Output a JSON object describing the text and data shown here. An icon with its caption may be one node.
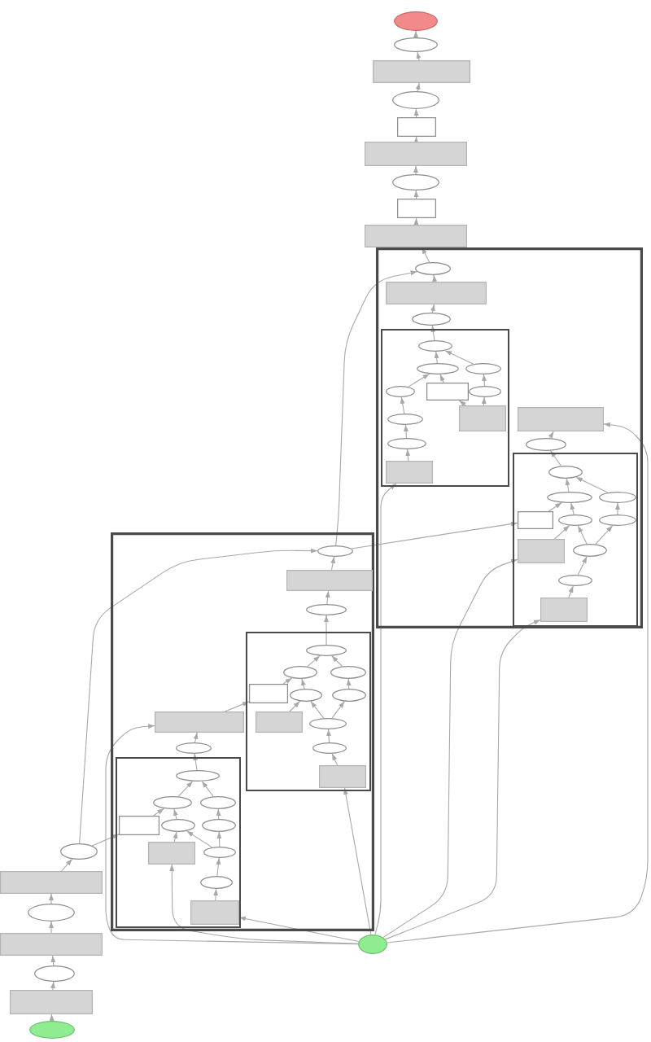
{
  "diagram": {
    "nodes": [
      {
        "text": [],
        "shape": "ellipse"
      },
      {
        "text": [],
        "shape": "ellipse"
      },
      {
        "text": [],
        "shape": "box"
      },
      {
        "text": [],
        "shape": "ellipse"
      },
      {
        "text": [],
        "shape": "box"
      },
      {
        "text": [],
        "shape": "box"
      },
      {
        "text": [],
        "shape": "ellipse"
      },
      {
        "text": [],
        "shape": "box"
      },
      {
        "text": [],
        "shape": "box"
      },
      {
        "text": [],
        "shape": "box"
      },
      {
        "text": [],
        "shape": "ellipse",
        "in": 9
      },
      {
        "text": [],
        "shape": "box",
        "in": 9
      },
      {
        "text": [],
        "shape": "ellipse",
        "in": 9
      },
      {
        "text": [],
        "shape": "box",
        "in": 9
      },
      {
        "text": [],
        "shape": "ellipse",
        "in": 13
      },
      {
        "text": [],
        "shape": "ellipse",
        "in": 13
      },
      {
        "text": [],
        "shape": "ellipse",
        "in": 13
      },
      {
        "text": [],
        "shape": "ellipse",
        "in": 13
      },
      {
        "text": [],
        "shape": "box",
        "in": 13
      },
      {
        "text": [],
        "shape": "ellipse",
        "in": 13
      },
      {
        "text": [],
        "shape": "box",
        "in": 13
      },
      {
        "text": [],
        "shape": "ellipse",
        "in": 13
      },
      {
        "text": [],
        "shape": "ellipse",
        "in": 13
      },
      {
        "text": [],
        "shape": "box",
        "in": 13
      },
      {
        "text": [],
        "shape": "box",
        "in": 9
      },
      {
        "text": [],
        "shape": "ellipse",
        "in": 9
      },
      {
        "text": [],
        "shape": "box",
        "in": 9
      },
      {
        "text": [],
        "shape": "ellipse",
        "in": 26
      },
      {
        "text": [],
        "shape": "ellipse",
        "in": 26
      },
      {
        "text": [],
        "shape": "ellipse",
        "in": 26
      },
      {
        "text": [],
        "shape": "box",
        "in": 26
      },
      {
        "text": [],
        "shape": "ellipse",
        "in": 26
      },
      {
        "text": [],
        "shape": "ellipse",
        "in": 26
      },
      {
        "text": [],
        "shape": "box",
        "in": 26
      },
      {
        "text": [],
        "shape": "ellipse",
        "in": 26
      },
      {
        "text": [],
        "shape": "ellipse",
        "in": 26
      },
      {
        "text": [],
        "shape": "box",
        "in": 26
      },
      {
        "text": [],
        "shape": "box"
      },
      {
        "text": [],
        "shape": "ellipse",
        "in": 37
      },
      {
        "text": [],
        "shape": "box",
        "in": 37
      },
      {
        "text": [],
        "shape": "ellipse",
        "in": 37
      },
      {
        "text": [],
        "shape": "box",
        "in": 37
      },
      {
        "text": [],
        "shape": "ellipse",
        "in": 41
      },
      {
        "text": [],
        "shape": "ellipse",
        "in": 41
      },
      {
        "text": [],
        "shape": "ellipse",
        "in": 41
      },
      {
        "text": [],
        "shape": "box",
        "in": 41
      },
      {
        "text": [],
        "shape": "ellipse",
        "in": 41
      },
      {
        "text": [],
        "shape": "ellipse",
        "in": 41
      },
      {
        "text": [],
        "shape": "box",
        "in": 41
      },
      {
        "text": [],
        "shape": "ellipse",
        "in": 41
      },
      {
        "text": [],
        "shape": "ellipse",
        "in": 41
      },
      {
        "text": [],
        "shape": "box",
        "in": 41
      },
      {
        "text": [],
        "shape": "box",
        "in": 37
      },
      {
        "text": [],
        "shape": "ellipse",
        "in": 37
      },
      {
        "text": [],
        "shape": "box",
        "in": 37
      },
      {
        "text": [],
        "shape": "ellipse",
        "in": 54
      },
      {
        "text": [],
        "shape": "ellipse",
        "in": 54
      },
      {
        "text": [],
        "shape": "ellipse",
        "in": 54
      },
      {
        "text": [],
        "shape": "box",
        "in": 54
      },
      {
        "text": [],
        "shape": "ellipse",
        "in": 54
      },
      {
        "text": [],
        "shape": "ellipse",
        "in": 54
      },
      {
        "text": [],
        "shape": "box",
        "in": 54
      },
      {
        "text": [],
        "shape": "ellipse",
        "in": 54
      },
      {
        "text": [],
        "shape": "ellipse",
        "in": 54
      },
      {
        "text": [],
        "shape": "box",
        "in": 54
      },
      {
        "text": [],
        "shape": "ellipse"
      },
      {
        "text": [],
        "shape": "box"
      },
      {
        "text": [],
        "shape": "ellipse"
      },
      {
        "text": [],
        "shape": "box"
      },
      {
        "text": [],
        "shape": "ellipse"
      },
      {
        "text": [],
        "shape": "box"
      },
      {
        "text": [],
        "shape": "ellipse"
      },
      {
        "text": [],
        "shape": "ellipse"
      }
    ],
    "edges": [
      {
        "from": 1,
        "to": 0,
        "arrow": "to"
      },
      {
        "from": 2,
        "to": 1,
        "arrow": "to"
      },
      {
        "from": 3,
        "to": 2,
        "arrow": "to"
      },
      {
        "from": 4,
        "to": 3,
        "arrow": "to"
      },
      {
        "from": 5,
        "to": 4,
        "arrow": "to"
      },
      {
        "from": 6,
        "to": 5,
        "arrow": "to"
      },
      {
        "from": 7,
        "to": 6,
        "arrow": "to"
      },
      {
        "from": 8,
        "to": 7,
        "arrow": "to"
      },
      {
        "from": 10,
        "to": 8,
        "arrow": "to"
      },
      {
        "from": 11,
        "to": 10,
        "arrow": "to"
      },
      {
        "from": 12,
        "to": 11,
        "arrow": "to"
      },
      {
        "from": 14,
        "to": 12,
        "arrow": "to"
      },
      {
        "from": 15,
        "to": 14,
        "arrow": "to"
      },
      {
        "from": 16,
        "to": 14,
        "arrow": "to"
      },
      {
        "from": 17,
        "to": 15,
        "arrow": "to"
      },
      {
        "from": 18,
        "to": 15,
        "arrow": "to"
      },
      {
        "from": 19,
        "to": 16,
        "arrow": "to"
      },
      {
        "from": 20,
        "to": 19,
        "arrow": "to"
      },
      {
        "from": 21,
        "to": 17,
        "arrow": "to"
      },
      {
        "from": 22,
        "to": 21,
        "arrow": "to"
      },
      {
        "from": 23,
        "to": 22,
        "arrow": "to"
      },
      {
        "from": 20,
        "to": 18,
        "arrow": "to"
      },
      {
        "from": 25,
        "to": 24,
        "arrow": "to"
      },
      {
        "from": 27,
        "to": 25,
        "arrow": "to"
      },
      {
        "from": 28,
        "to": 27,
        "arrow": "to"
      },
      {
        "from": 29,
        "to": 27,
        "arrow": "to"
      },
      {
        "from": 30,
        "to": 28,
        "arrow": "to"
      },
      {
        "from": 31,
        "to": 28,
        "arrow": "to"
      },
      {
        "from": 32,
        "to": 29,
        "arrow": "to"
      },
      {
        "from": 33,
        "to": 31,
        "arrow": "to"
      },
      {
        "from": 34,
        "to": 31,
        "arrow": "to"
      },
      {
        "from": 34,
        "to": 32,
        "arrow": "to"
      },
      {
        "from": 35,
        "to": 34,
        "arrow": "to"
      },
      {
        "from": 36,
        "to": 35,
        "arrow": "to"
      },
      {
        "from": 38,
        "to": 10,
        "arrow": "to"
      },
      {
        "from": 38,
        "to": 30,
        "arrow": "to"
      },
      {
        "from": 39,
        "to": 38,
        "arrow": "to"
      },
      {
        "from": 40,
        "to": 39,
        "arrow": "to"
      },
      {
        "from": 42,
        "to": 40,
        "arrow": "to"
      },
      {
        "from": 43,
        "to": 42,
        "arrow": "to"
      },
      {
        "from": 44,
        "to": 42,
        "arrow": "to"
      },
      {
        "from": 45,
        "to": 43,
        "arrow": "to"
      },
      {
        "from": 46,
        "to": 43,
        "arrow": "to"
      },
      {
        "from": 47,
        "to": 44,
        "arrow": "to"
      },
      {
        "from": 48,
        "to": 46,
        "arrow": "to"
      },
      {
        "from": 49,
        "to": 46,
        "arrow": "to"
      },
      {
        "from": 49,
        "to": 47,
        "arrow": "to"
      },
      {
        "from": 50,
        "to": 49,
        "arrow": "to"
      },
      {
        "from": 51,
        "to": 50,
        "arrow": "to"
      },
      {
        "from": 52,
        "to": 45,
        "arrow": "to"
      },
      {
        "from": 53,
        "to": 52,
        "arrow": "to"
      },
      {
        "from": 55,
        "to": 53,
        "arrow": "to"
      },
      {
        "from": 56,
        "to": 55,
        "arrow": "to"
      },
      {
        "from": 57,
        "to": 55,
        "arrow": "to"
      },
      {
        "from": 58,
        "to": 56,
        "arrow": "to"
      },
      {
        "from": 59,
        "to": 56,
        "arrow": "to"
      },
      {
        "from": 60,
        "to": 57,
        "arrow": "to"
      },
      {
        "from": 61,
        "to": 59,
        "arrow": "to"
      },
      {
        "from": 62,
        "to": 59,
        "arrow": "to"
      },
      {
        "from": 62,
        "to": 60,
        "arrow": "to"
      },
      {
        "from": 63,
        "to": 62,
        "arrow": "to"
      },
      {
        "from": 64,
        "to": 63,
        "arrow": "to"
      },
      {
        "from": 65,
        "to": 38,
        "arrow": "to"
      },
      {
        "from": 65,
        "to": 58,
        "arrow": "to"
      },
      {
        "from": 66,
        "to": 65,
        "arrow": "to"
      },
      {
        "from": 67,
        "to": 66,
        "arrow": "to"
      },
      {
        "from": 68,
        "to": 67,
        "arrow": "to"
      },
      {
        "from": 69,
        "to": 68,
        "arrow": "to"
      },
      {
        "from": 70,
        "to": 69,
        "arrow": "to"
      },
      {
        "from": 72,
        "to": 70,
        "arrow": "to"
      },
      {
        "from": 71,
        "to": 23,
        "arrow": "to"
      },
      {
        "from": 71,
        "to": 33,
        "arrow": "to"
      },
      {
        "from": 71,
        "to": 36,
        "arrow": "to"
      },
      {
        "from": 71,
        "to": 24,
        "arrow": "to"
      },
      {
        "from": 71,
        "to": 51,
        "arrow": "to"
      },
      {
        "from": 71,
        "to": 64,
        "arrow": "to"
      },
      {
        "from": 71,
        "to": 61,
        "arrow": "to"
      },
      {
        "from": 71,
        "to": 52,
        "arrow": "to"
      }
    ]
  }
}
